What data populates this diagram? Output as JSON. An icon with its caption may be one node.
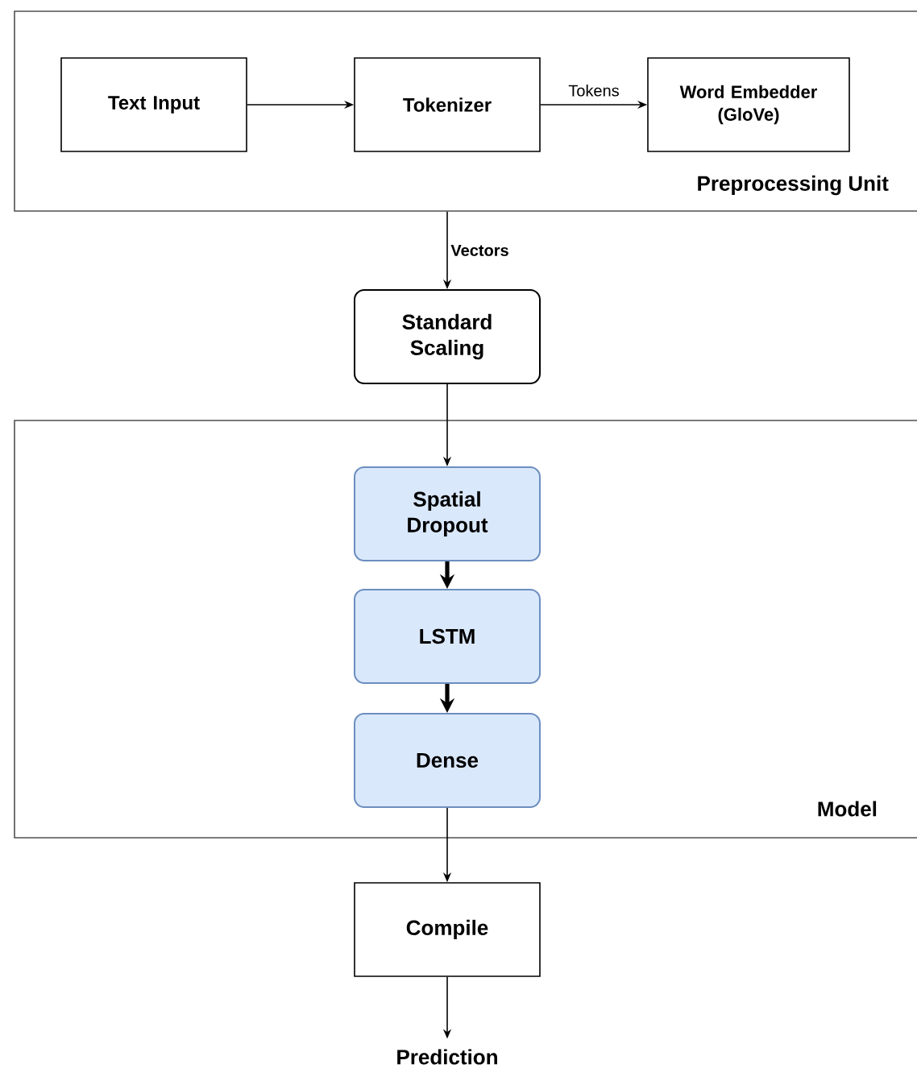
{
  "diagram": {
    "nodes": [
      {
        "text": [
          "Preprocessing Unit"
        ]
      },
      {
        "text": [
          "Text Input"
        ],
        "in": 0
      },
      {
        "text": [
          "Tokenizer"
        ],
        "in": 0
      },
      {
        "text": [
          "Word Embedder (GloVe)"
        ],
        "in": 0
      },
      {
        "text": [
          "Standard Scaling"
        ]
      },
      {
        "text": [
          "Model"
        ]
      },
      {
        "text": [
          "Spatial Dropout"
        ],
        "in": 5
      },
      {
        "text": [
          "LSTM"
        ],
        "in": 5
      },
      {
        "text": [
          "Dense"
        ],
        "in": 5
      },
      {
        "text": [
          "Compile"
        ]
      },
      {
        "text": [
          "Prediction"
        ]
      }
    ],
    "edges": [
      {
        "from": 1,
        "to": 2,
        "arrow": "to"
      },
      {
        "from": 2,
        "to": 3,
        "arrow": "to",
        "label": "Tokens"
      },
      {
        "from": 0,
        "to": 4,
        "arrow": "to",
        "label": "Vectors"
      },
      {
        "from": 4,
        "to": 6,
        "arrow": "to"
      },
      {
        "from": 6,
        "to": 7,
        "arrow": "to",
        "style": "thick"
      },
      {
        "from": 7,
        "to": 8,
        "arrow": "to",
        "style": "thick"
      },
      {
        "from": 8,
        "to": 9,
        "arrow": "to"
      },
      {
        "from": 9,
        "to": 10,
        "arrow": "to"
      }
    ]
  }
}
